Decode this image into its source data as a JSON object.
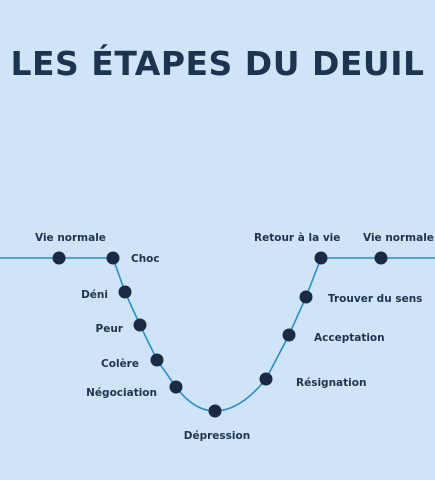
{
  "title": "LES ÉTAPES DU DEUIL",
  "colors": {
    "background": "#cfe4f6",
    "curve": "#2a8fc7",
    "dot": "#1b2a44",
    "text": "#1b3550"
  },
  "stages": [
    {
      "label": "Vie normale"
    },
    {
      "label": "Choc"
    },
    {
      "label": "Déni"
    },
    {
      "label": "Peur"
    },
    {
      "label": "Colère"
    },
    {
      "label": "Négociation"
    },
    {
      "label": "Dépression"
    },
    {
      "label": "Résignation"
    },
    {
      "label": "Acceptation"
    },
    {
      "label": "Trouver du sens"
    },
    {
      "label": "Retour à la vie"
    },
    {
      "label": "Vie normale"
    }
  ]
}
